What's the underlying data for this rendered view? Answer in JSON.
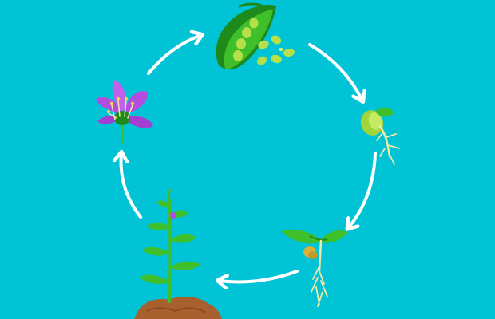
{
  "diagram": {
    "background_color": "#00c4d6",
    "arrow_color": "#ffffff",
    "stages": [
      {
        "id": "seed-pod",
        "icon": "pea-pod-with-seeds-icon"
      },
      {
        "id": "germinating-seed",
        "icon": "germinating-seed-icon"
      },
      {
        "id": "seedling",
        "icon": "seedling-icon"
      },
      {
        "id": "young-plant",
        "icon": "young-plant-icon"
      },
      {
        "id": "flower",
        "icon": "flower-icon"
      }
    ],
    "arrows": [
      {
        "from": "flower",
        "to": "seed-pod"
      },
      {
        "from": "seed-pod",
        "to": "germinating-seed"
      },
      {
        "from": "germinating-seed",
        "to": "seedling"
      },
      {
        "from": "seedling",
        "to": "young-plant"
      },
      {
        "from": "young-plant",
        "to": "flower"
      }
    ],
    "colors": {
      "leaf": "#3fbf2a",
      "leaf_dark": "#1f8a1c",
      "pea": "#b6e04a",
      "petal": "#b24de0",
      "root": "#f2e8a6",
      "soil": "#a9602f"
    }
  }
}
